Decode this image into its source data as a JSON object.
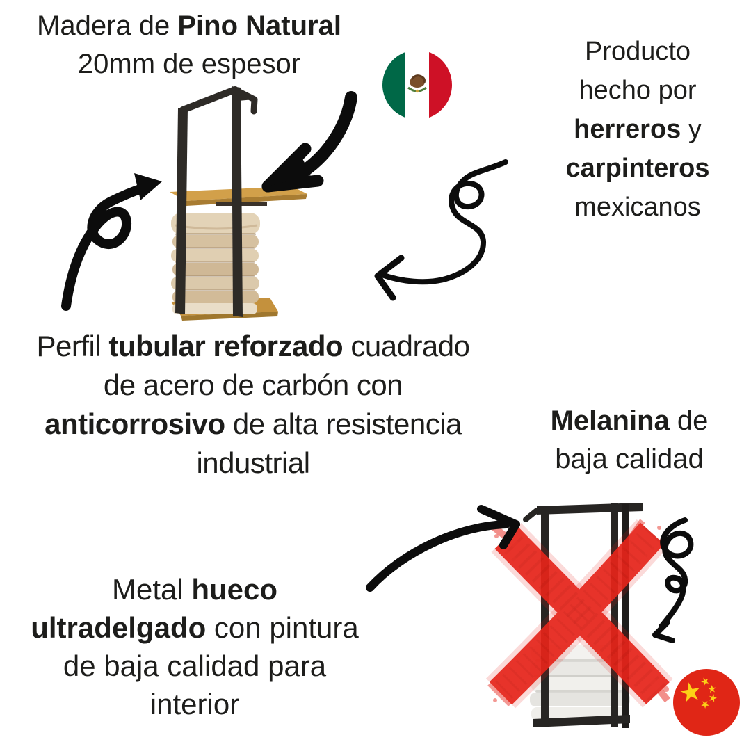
{
  "colors": {
    "background": "#ffffff",
    "text": "#1d1d1b",
    "cross_red": "#e6241a",
    "frame_black": "#2e2b27",
    "wood": "#c4913d",
    "towel_beige": "#ddc9aa",
    "towel_white": "#f1f0ec",
    "mexico_green": "#006847",
    "mexico_red": "#ce1126",
    "china_red": "#e02616",
    "china_yellow": "#fcd116"
  },
  "blocks": {
    "top_left": {
      "lines": [
        {
          "segs": [
            {
              "t": "Madera de "
            },
            {
              "t": "Pino Natural"
            }
          ]
        },
        {
          "segs": [
            {
              "t": "20mm de espesor"
            }
          ]
        }
      ]
    },
    "top_right": {
      "lines": [
        {
          "segs": [
            {
              "t": "Producto"
            }
          ]
        },
        {
          "segs": [
            {
              "t": "hecho por"
            }
          ]
        },
        {
          "segs": [
            {
              "t": "herreros"
            },
            {
              "t": " y"
            }
          ]
        },
        {
          "segs": [
            {
              "t": "carpinteros"
            }
          ]
        },
        {
          "segs": [
            {
              "t": "mexicanos"
            }
          ]
        }
      ]
    },
    "mid_left": {
      "lines": [
        {
          "segs": [
            {
              "t": "Perfil "
            },
            {
              "t": "tubular reforzado"
            },
            {
              "t": " cuadrado"
            }
          ]
        },
        {
          "segs": [
            {
              "t": "de acero de carbón con"
            }
          ]
        },
        {
          "segs": [
            {
              "t": "anticorrosivo"
            },
            {
              "t": " de alta resistencia"
            }
          ]
        },
        {
          "segs": [
            {
              "t": "industrial"
            }
          ]
        }
      ]
    },
    "mid_right": {
      "lines": [
        {
          "segs": [
            {
              "t": "Melanina"
            },
            {
              "t": " de"
            }
          ]
        },
        {
          "segs": [
            {
              "t": "baja calidad"
            }
          ]
        }
      ]
    },
    "bottom_left": {
      "lines": [
        {
          "segs": [
            {
              "t": "Metal "
            },
            {
              "t": "hueco"
            }
          ]
        },
        {
          "segs": [
            {
              "t": "ultradelgado"
            },
            {
              "t": " con pintura"
            }
          ]
        },
        {
          "segs": [
            {
              "t": "de baja calidad para"
            }
          ]
        },
        {
          "segs": [
            {
              "t": "interior"
            }
          ]
        }
      ]
    }
  },
  "icons": {
    "mexico_flag": "mexico-flag-icon",
    "china_flag": "china-flag-icon",
    "red_cross": "red-cross-icon",
    "arrows": [
      "big-arrow-to-good-product-icon",
      "loop-arrow-up-right-icon",
      "curl-arrow-down-left-icon",
      "curve-arrow-to-bad-product-icon",
      "spring-arrow-down-icon"
    ]
  },
  "graphics": {
    "good_product": "toallero de herrería negra con repisa de madera y toallas beige",
    "bad_product": "toallero metálico delgado con toallas blancas, tachado en rojo"
  }
}
